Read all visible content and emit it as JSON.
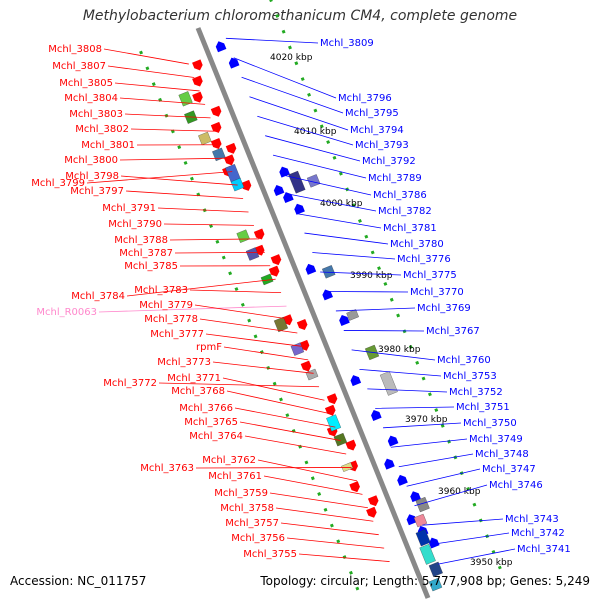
{
  "title": "Methylobacterium chloromethanicum CM4, complete genome",
  "footer": {
    "accession": "Accession: NC_011757",
    "topology": "Topology: circular; Length: 5,777,908 bp; Genes: 5,249"
  },
  "colors": {
    "forward_strand": "#ff0000",
    "reverse_strand": "#0000ff",
    "rna": "#ff88cc",
    "backbone": "#888888",
    "ticks": "#22aa22"
  },
  "kbp_labels": [
    "4020 kbp",
    "4010 kbp",
    "4000 kbp",
    "3990 kbp",
    "3980 kbp",
    "3970 kbp",
    "3960 kbp",
    "3950 kbp"
  ],
  "left_labels": [
    "Mchl_3808",
    "Mchl_3807",
    "Mchl_3805",
    "Mchl_3804",
    "Mchl_3803",
    "Mchl_3802",
    "Mchl_3801",
    "Mchl_3800",
    "Mchl_3799",
    "Mchl_3798",
    "Mchl_3797",
    "Mchl_3791",
    "Mchl_3790",
    "Mchl_3788",
    "Mchl_3787",
    "Mchl_3785",
    "Mchl_3784",
    "Mchl_3783",
    "Mchl_R0063",
    "Mchl_3779",
    "Mchl_3778",
    "Mchl_3777",
    "rpmF",
    "Mchl_3773",
    "Mchl_3772",
    "Mchl_3771",
    "Mchl_3768",
    "Mchl_3766",
    "Mchl_3765",
    "Mchl_3764",
    "Mchl_3763",
    "Mchl_3762",
    "Mchl_3761",
    "Mchl_3759",
    "Mchl_3758",
    "Mchl_3757",
    "Mchl_3756",
    "Mchl_3755"
  ],
  "right_labels": [
    "Mchl_3809",
    "Mchl_3796",
    "Mchl_3795",
    "Mchl_3794",
    "Mchl_3793",
    "Mchl_3792",
    "Mchl_3789",
    "Mchl_3786",
    "Mchl_3782",
    "Mchl_3781",
    "Mchl_3780",
    "Mchl_3776",
    "Mchl_3775",
    "Mchl_3770",
    "Mchl_3769",
    "Mchl_3767",
    "Mchl_3760",
    "Mchl_3753",
    "Mchl_3752",
    "Mchl_3751",
    "Mchl_3750",
    "Mchl_3749",
    "Mchl_3748",
    "Mchl_3747",
    "Mchl_3746",
    "Mchl_3743",
    "Mchl_3742",
    "Mchl_3741"
  ]
}
